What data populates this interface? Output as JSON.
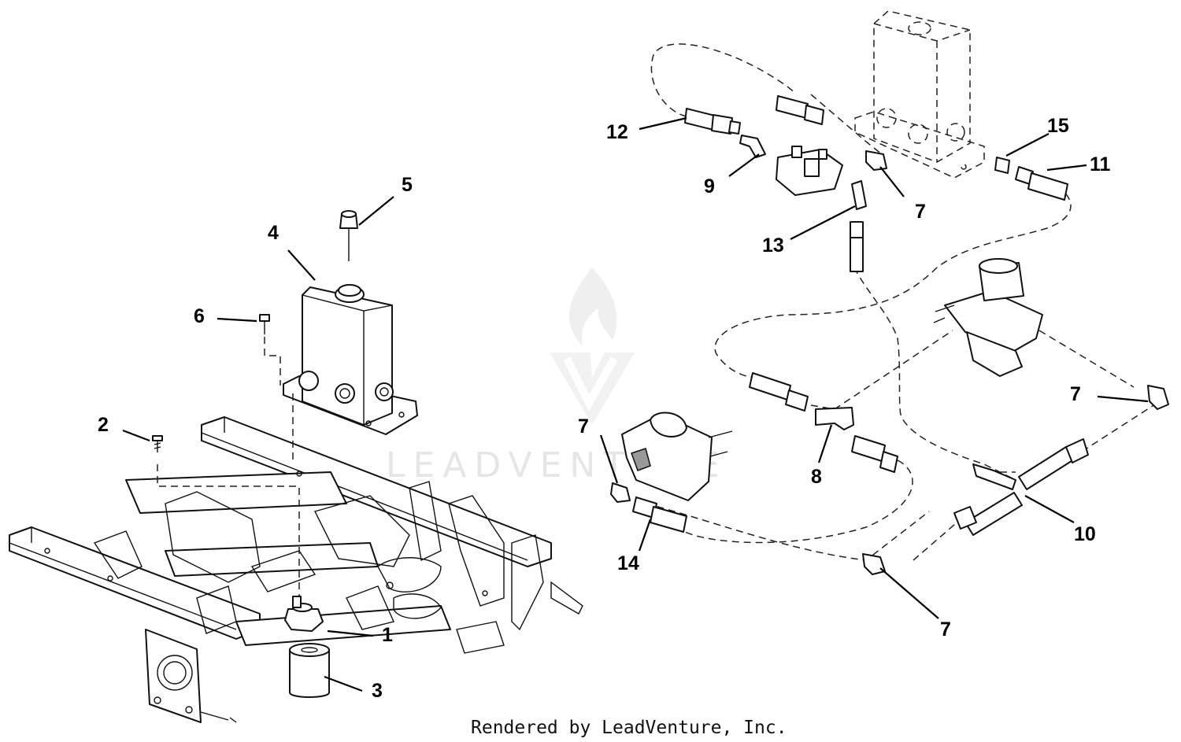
{
  "diagram": {
    "callouts": [
      {
        "id": "c1",
        "label": "1"
      },
      {
        "id": "c2",
        "label": "2"
      },
      {
        "id": "c3",
        "label": "3"
      },
      {
        "id": "c4",
        "label": "4"
      },
      {
        "id": "c5",
        "label": "5"
      },
      {
        "id": "c6",
        "label": "6"
      },
      {
        "id": "c7a",
        "label": "7"
      },
      {
        "id": "c7b",
        "label": "7"
      },
      {
        "id": "c7c",
        "label": "7"
      },
      {
        "id": "c7d",
        "label": "7"
      },
      {
        "id": "c8",
        "label": "8"
      },
      {
        "id": "c9",
        "label": "9"
      },
      {
        "id": "c10",
        "label": "10"
      },
      {
        "id": "c11",
        "label": "11"
      },
      {
        "id": "c12",
        "label": "12"
      },
      {
        "id": "c13",
        "label": "13"
      },
      {
        "id": "c14",
        "label": "14"
      },
      {
        "id": "c15",
        "label": "15"
      }
    ],
    "watermark": "LEADVENTURE",
    "footer_credit": "Rendered by LeadVenture, Inc."
  }
}
